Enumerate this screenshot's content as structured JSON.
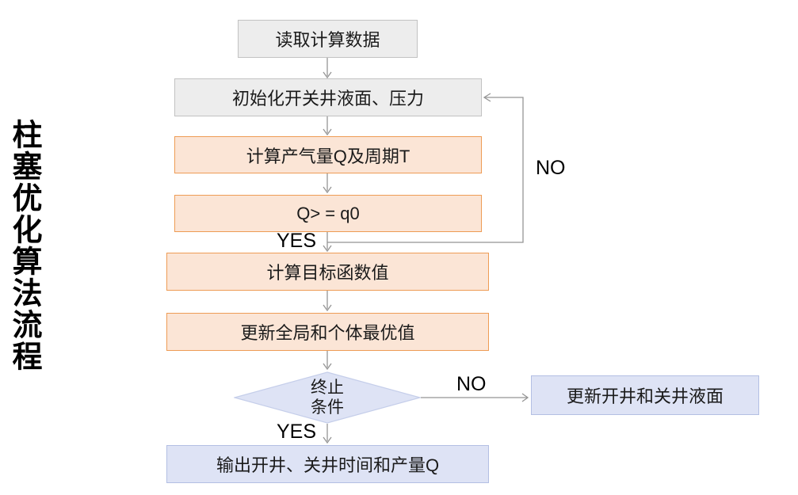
{
  "diagram": {
    "title": "柱塞优化算法流程",
    "nodes": [
      {
        "id": "read-data",
        "shape": "process",
        "style": "grey",
        "label": "读取计算数据"
      },
      {
        "id": "initialize",
        "shape": "process",
        "style": "grey",
        "label": "初始化开关井液面、压力"
      },
      {
        "id": "calc-gas",
        "shape": "process",
        "style": "orange",
        "label": "计算产气量Q及周期T"
      },
      {
        "id": "check-q",
        "shape": "process",
        "style": "orange",
        "label": "Q> = q0"
      },
      {
        "id": "calc-objective",
        "shape": "process",
        "style": "orange",
        "label": "计算目标函数值"
      },
      {
        "id": "update-best",
        "shape": "process",
        "style": "orange",
        "label": "更新全局和个体最优值"
      },
      {
        "id": "terminate-check",
        "shape": "decision",
        "style": "blue",
        "label": "终止条件",
        "label_line1": "终止",
        "label_line2": "条件"
      },
      {
        "id": "output",
        "shape": "process",
        "style": "blue",
        "label": "输出开井、关井时间和产量Q"
      },
      {
        "id": "update-liquid-level",
        "shape": "process",
        "style": "blue",
        "label": "更新开井和关井液面"
      }
    ],
    "edge_labels": [
      {
        "id": "no-loop",
        "text": "NO"
      },
      {
        "id": "yes-q-check",
        "text": "YES"
      },
      {
        "id": "no-terminate",
        "text": "NO"
      },
      {
        "id": "yes-terminate",
        "text": "YES"
      }
    ],
    "edges": [
      {
        "from": "read-data",
        "to": "initialize"
      },
      {
        "from": "initialize",
        "to": "calc-gas"
      },
      {
        "from": "calc-gas",
        "to": "check-q"
      },
      {
        "from": "check-q",
        "to": "calc-objective",
        "label": "YES"
      },
      {
        "from": "check-q",
        "to": "initialize",
        "label": "NO"
      },
      {
        "from": "calc-objective",
        "to": "update-best"
      },
      {
        "from": "update-best",
        "to": "terminate-check"
      },
      {
        "from": "terminate-check",
        "to": "output",
        "label": "YES"
      },
      {
        "from": "terminate-check",
        "to": "update-liquid-level",
        "label": "NO"
      }
    ]
  },
  "colors": {
    "grey_fill": "#EDEDED",
    "grey_border": "#C2C2C2",
    "orange_fill": "#FBE5D6",
    "orange_border": "#EE9C55",
    "blue_fill": "#DEE3F5",
    "blue_border": "#B3BFE3",
    "diamond_border": "#C5CEEA",
    "line_color": "#959595",
    "text_color": "#1A1A1A"
  }
}
